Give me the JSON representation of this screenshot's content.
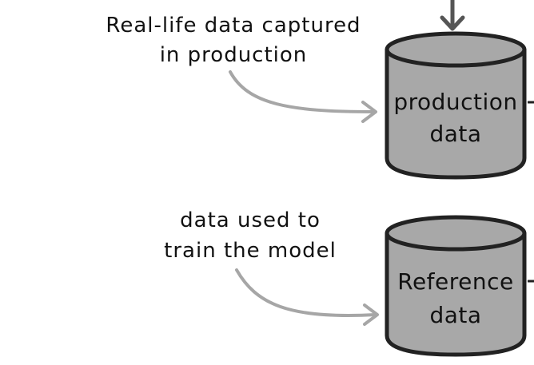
{
  "annotations": {
    "production": {
      "line1": "Real-life data captured",
      "line2": "in production"
    },
    "reference": {
      "line1": "data used to",
      "line2": "train the model"
    }
  },
  "cylinders": {
    "production": {
      "line1": "production",
      "line2": "data"
    },
    "reference": {
      "line1": "Reference",
      "line2": "data"
    }
  },
  "colors": {
    "cylinder_fill": "#a8a8a8",
    "cylinder_outline": "#222222",
    "annotation_arrow": "#a6a6a6",
    "incoming_arrow": "#555555",
    "text": "#111111"
  }
}
